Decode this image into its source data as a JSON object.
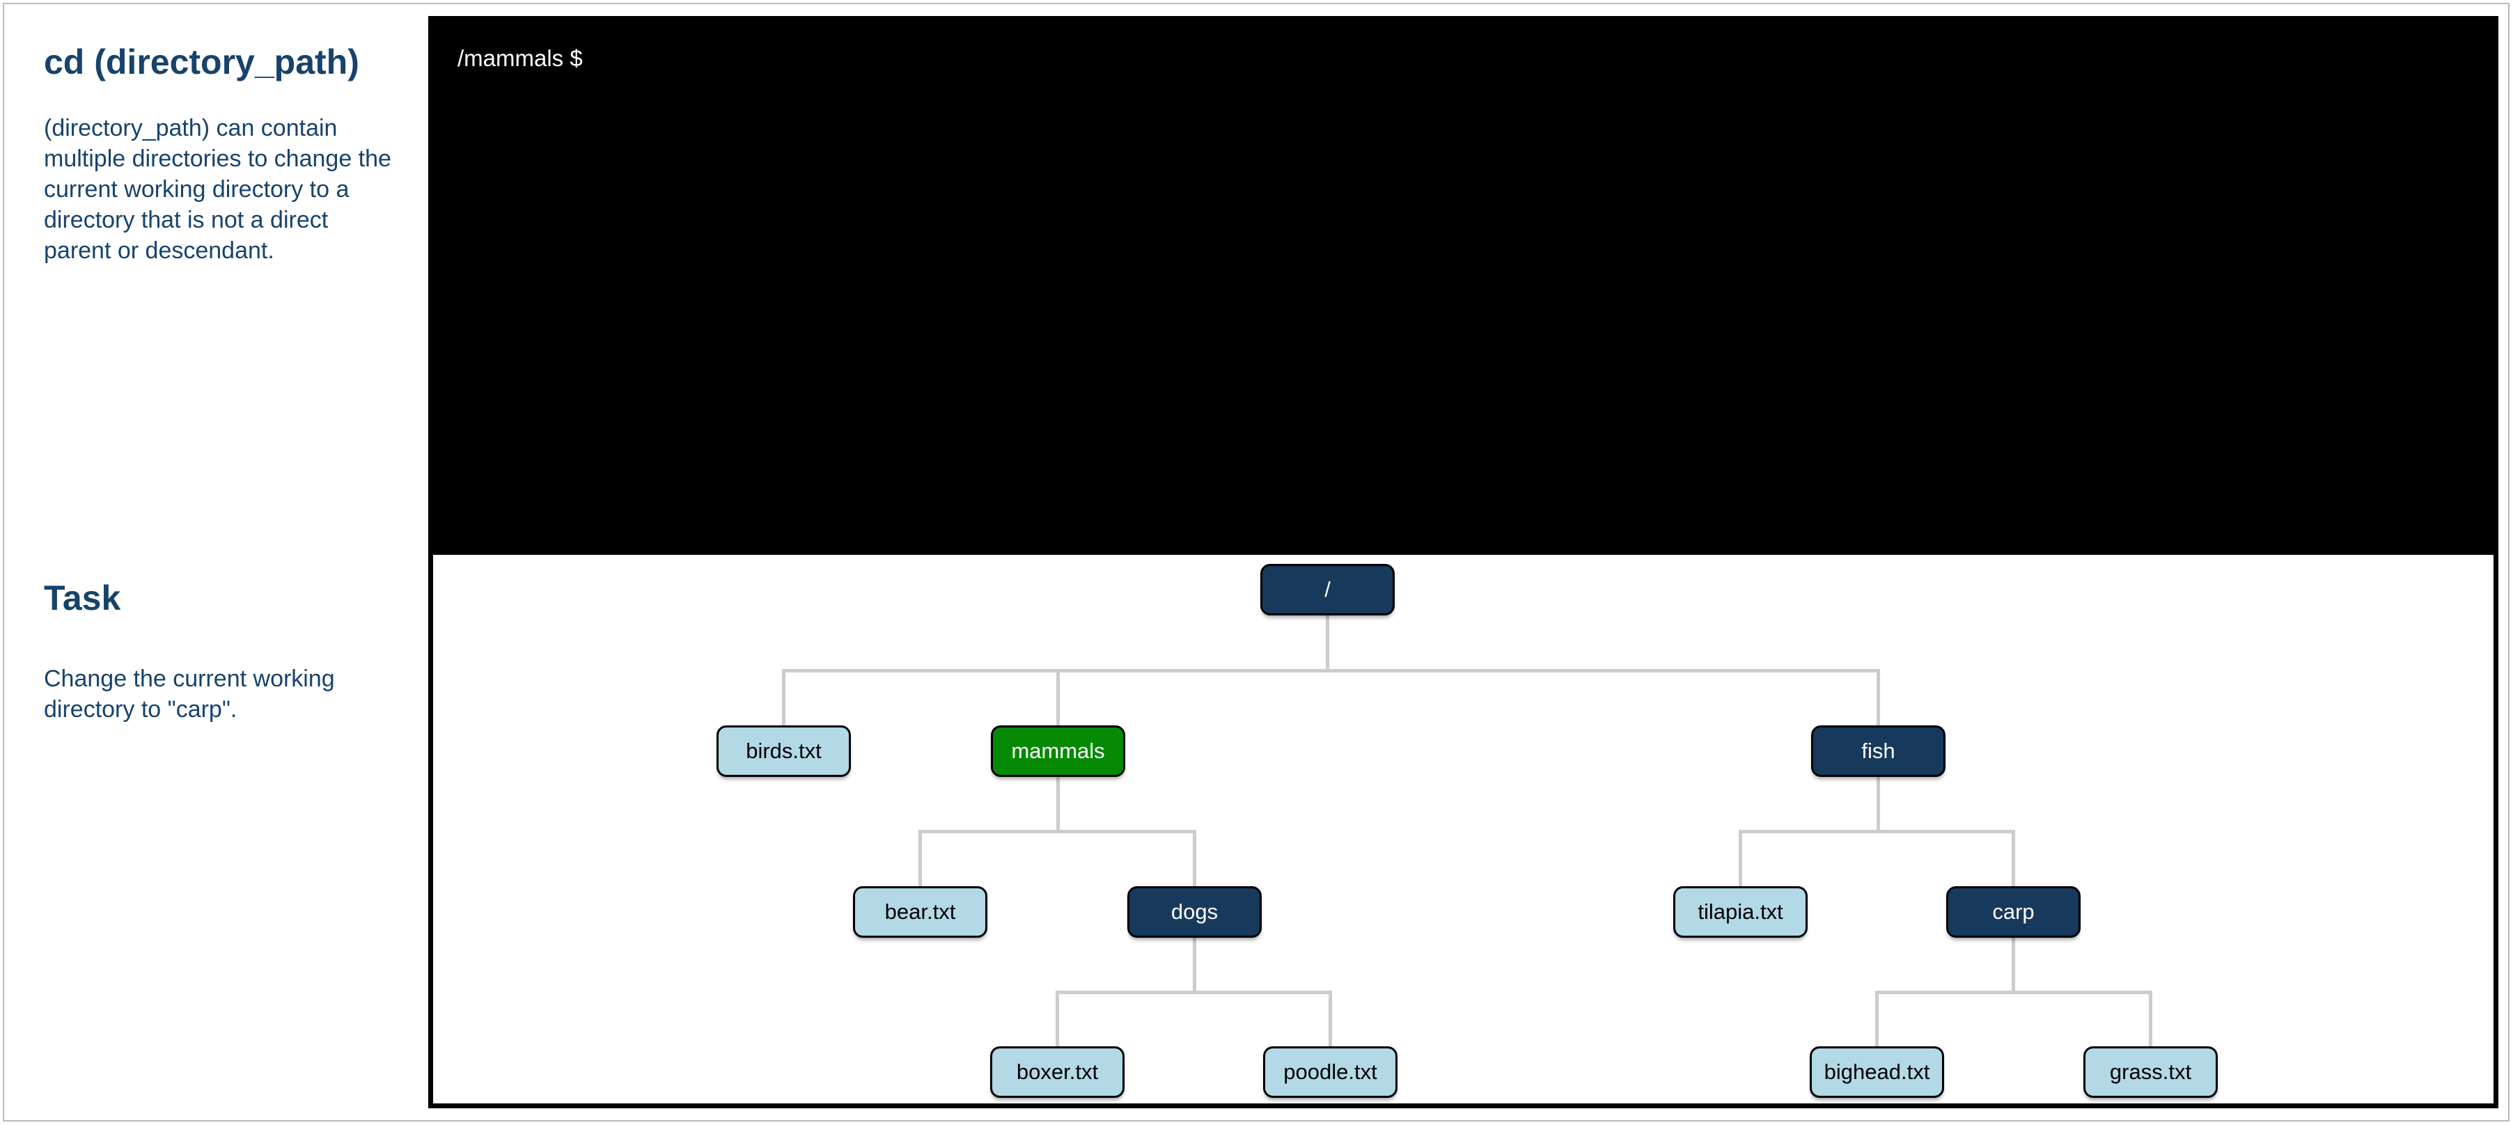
{
  "sidebar": {
    "title": "cd (directory_path)",
    "description": "(directory_path) can contain multiple directories to change the current working directory to a directory that is not a direct parent or descendant.",
    "task": {
      "heading": "Task",
      "description": "Change the current working directory to \"carp\"."
    }
  },
  "terminal": {
    "prompt": "/mammals $"
  },
  "tree": {
    "nodes": [
      {
        "id": "root",
        "label": "/",
        "kind": "directory"
      },
      {
        "id": "birds-txt",
        "label": "birds.txt",
        "kind": "file"
      },
      {
        "id": "mammals",
        "label": "mammals",
        "kind": "directory-current"
      },
      {
        "id": "fish",
        "label": "fish",
        "kind": "directory"
      },
      {
        "id": "bear-txt",
        "label": "bear.txt",
        "kind": "file"
      },
      {
        "id": "dogs",
        "label": "dogs",
        "kind": "directory"
      },
      {
        "id": "tilapia-txt",
        "label": "tilapia.txt",
        "kind": "file"
      },
      {
        "id": "carp",
        "label": "carp",
        "kind": "directory"
      },
      {
        "id": "boxer-txt",
        "label": "boxer.txt",
        "kind": "file"
      },
      {
        "id": "poodle-txt",
        "label": "poodle.txt",
        "kind": "file"
      },
      {
        "id": "bighead-txt",
        "label": "bighead.txt",
        "kind": "file"
      },
      {
        "id": "grass-txt",
        "label": "grass.txt",
        "kind": "file"
      }
    ]
  },
  "colors": {
    "directory_fill": "#17395c",
    "current_directory_fill": "#068a06",
    "file_fill": "#b3d8e6",
    "node_border": "#000000",
    "connector": "#cccccc",
    "sidebar_text": "#17436b",
    "terminal_bg": "#000000",
    "terminal_text": "#ffffff",
    "page_border": "#b7bdb7"
  }
}
